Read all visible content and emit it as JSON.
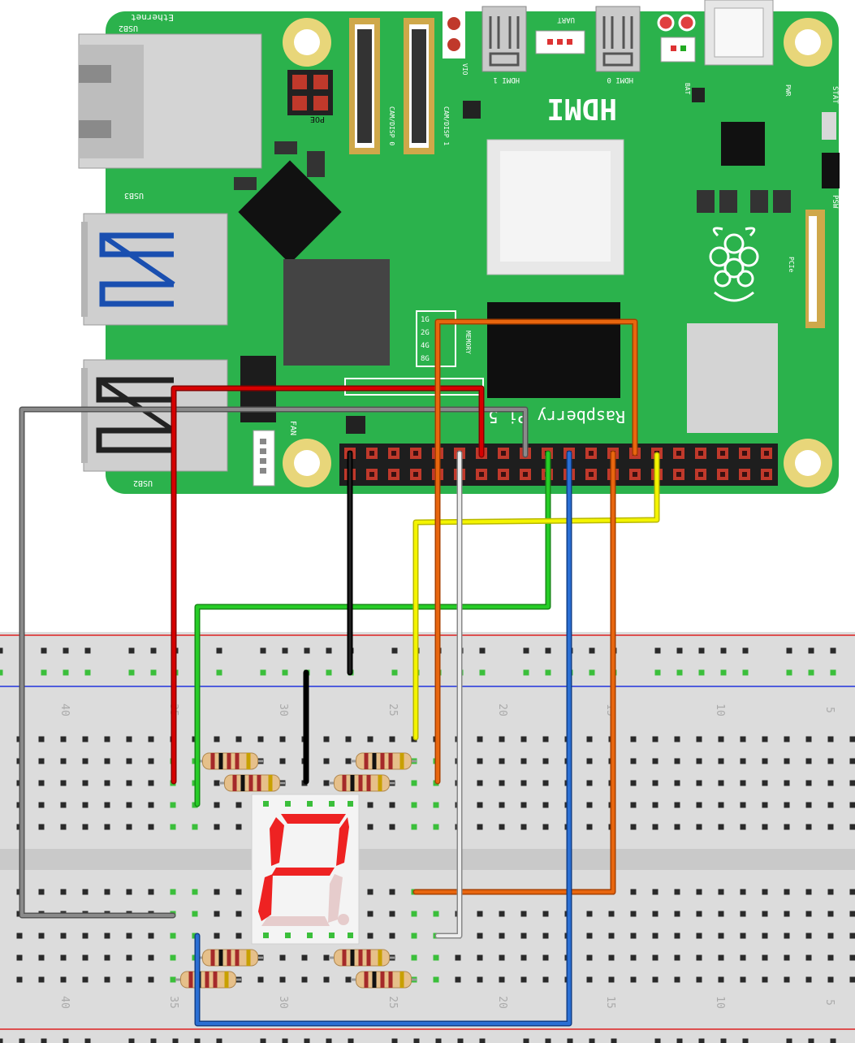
{
  "board": {
    "brand_text": "Raspberry Pi 5",
    "labels": {
      "ethernet": "Ethernet",
      "usb_upper": "USB2",
      "usb3": "USB3",
      "usb2": "USB2",
      "poe": "POE",
      "cam0": "CAM/DISP 0",
      "cam1": "CAM/DISP 1",
      "vio": "VIO",
      "hdmi1": "HDMI 1",
      "hdmi0": "HDMI 0",
      "uart": "UART",
      "hdmi_logo": "HDMI",
      "bat": "BAT",
      "pwr": "PWR",
      "stat": "STAT",
      "psw": "PSW",
      "pcie": "PCIe",
      "fan": "FAN",
      "memory": "MEMORY",
      "mem_1g": "1G",
      "mem_2g": "2G",
      "mem_4g": "4G",
      "mem_8g": "8G"
    }
  },
  "breadboard": {
    "column_labels": [
      "40",
      "35",
      "30",
      "25",
      "20",
      "15",
      "10",
      "5"
    ]
  },
  "colors": {
    "pcb": "#2bb24c",
    "red_wire": "#cc0000",
    "gray_wire": "#777777",
    "green_wire": "#22bb22",
    "black_wire": "#111111",
    "yellow_wire": "#eeee00",
    "orange_wire": "#e06010",
    "white_wire": "#dddddd",
    "blue_wire": "#2266cc",
    "segment_on": "#ee2222",
    "segment_off": "#e6cccc"
  }
}
